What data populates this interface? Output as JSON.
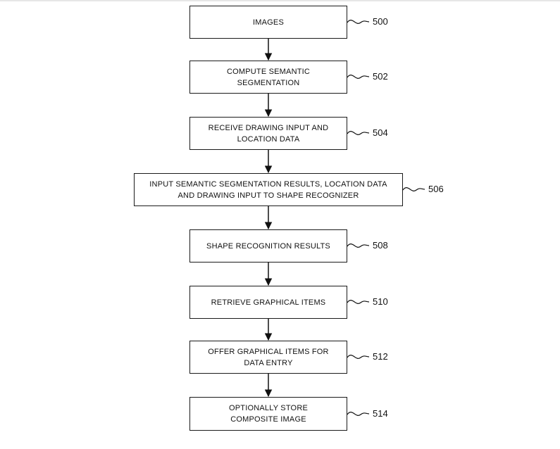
{
  "steps": [
    {
      "id": "500",
      "text": "IMAGES"
    },
    {
      "id": "502",
      "text": "COMPUTE SEMANTIC SEGMENTATION"
    },
    {
      "id": "504",
      "text": "RECEIVE DRAWING INPUT AND LOCATION DATA"
    },
    {
      "id": "506",
      "text": "INPUT SEMANTIC SEGMENTATION RESULTS, LOCATION DATA AND DRAWING INPUT TO SHAPE RECOGNIZER"
    },
    {
      "id": "508",
      "text": "SHAPE RECOGNITION RESULTS"
    },
    {
      "id": "510",
      "text": "RETRIEVE GRAPHICAL ITEMS"
    },
    {
      "id": "512",
      "text": "OFFER GRAPHICAL ITEMS FOR DATA ENTRY"
    },
    {
      "id": "514",
      "text": "OPTIONALLY STORE COMPOSITE IMAGE"
    }
  ]
}
